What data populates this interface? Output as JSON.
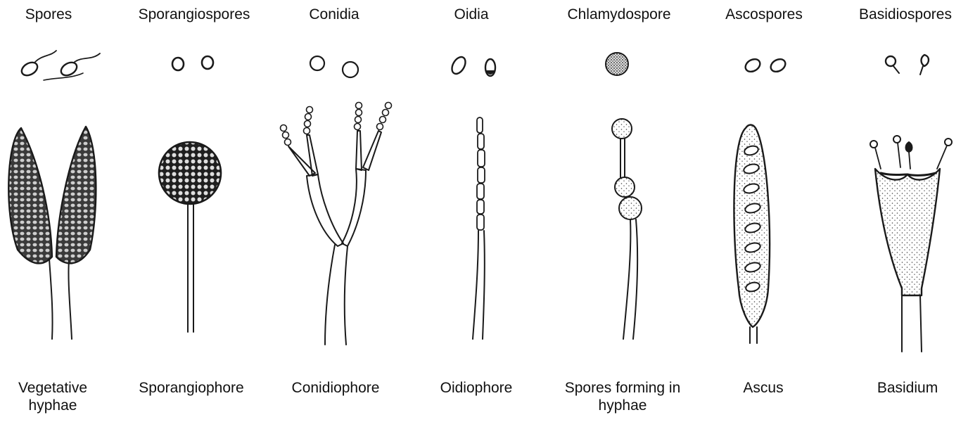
{
  "columns": [
    {
      "spore": "Spores",
      "structure": "Vegetative hyphae"
    },
    {
      "spore": "Sporangiospores",
      "structure": "Sporangiophore"
    },
    {
      "spore": "Conidia",
      "structure": "Conidiophore"
    },
    {
      "spore": "Oidia",
      "structure": "Oidiophore"
    },
    {
      "spore": "Chlamydospore",
      "structure": "Spores forming in hyphae"
    },
    {
      "spore": "Ascospores",
      "structure": "Ascus"
    },
    {
      "spore": "Basidiospores",
      "structure": "Basidium"
    }
  ],
  "colors": {
    "ink": "#1a1a1a",
    "stipple": "#555555",
    "background": "#ffffff"
  }
}
